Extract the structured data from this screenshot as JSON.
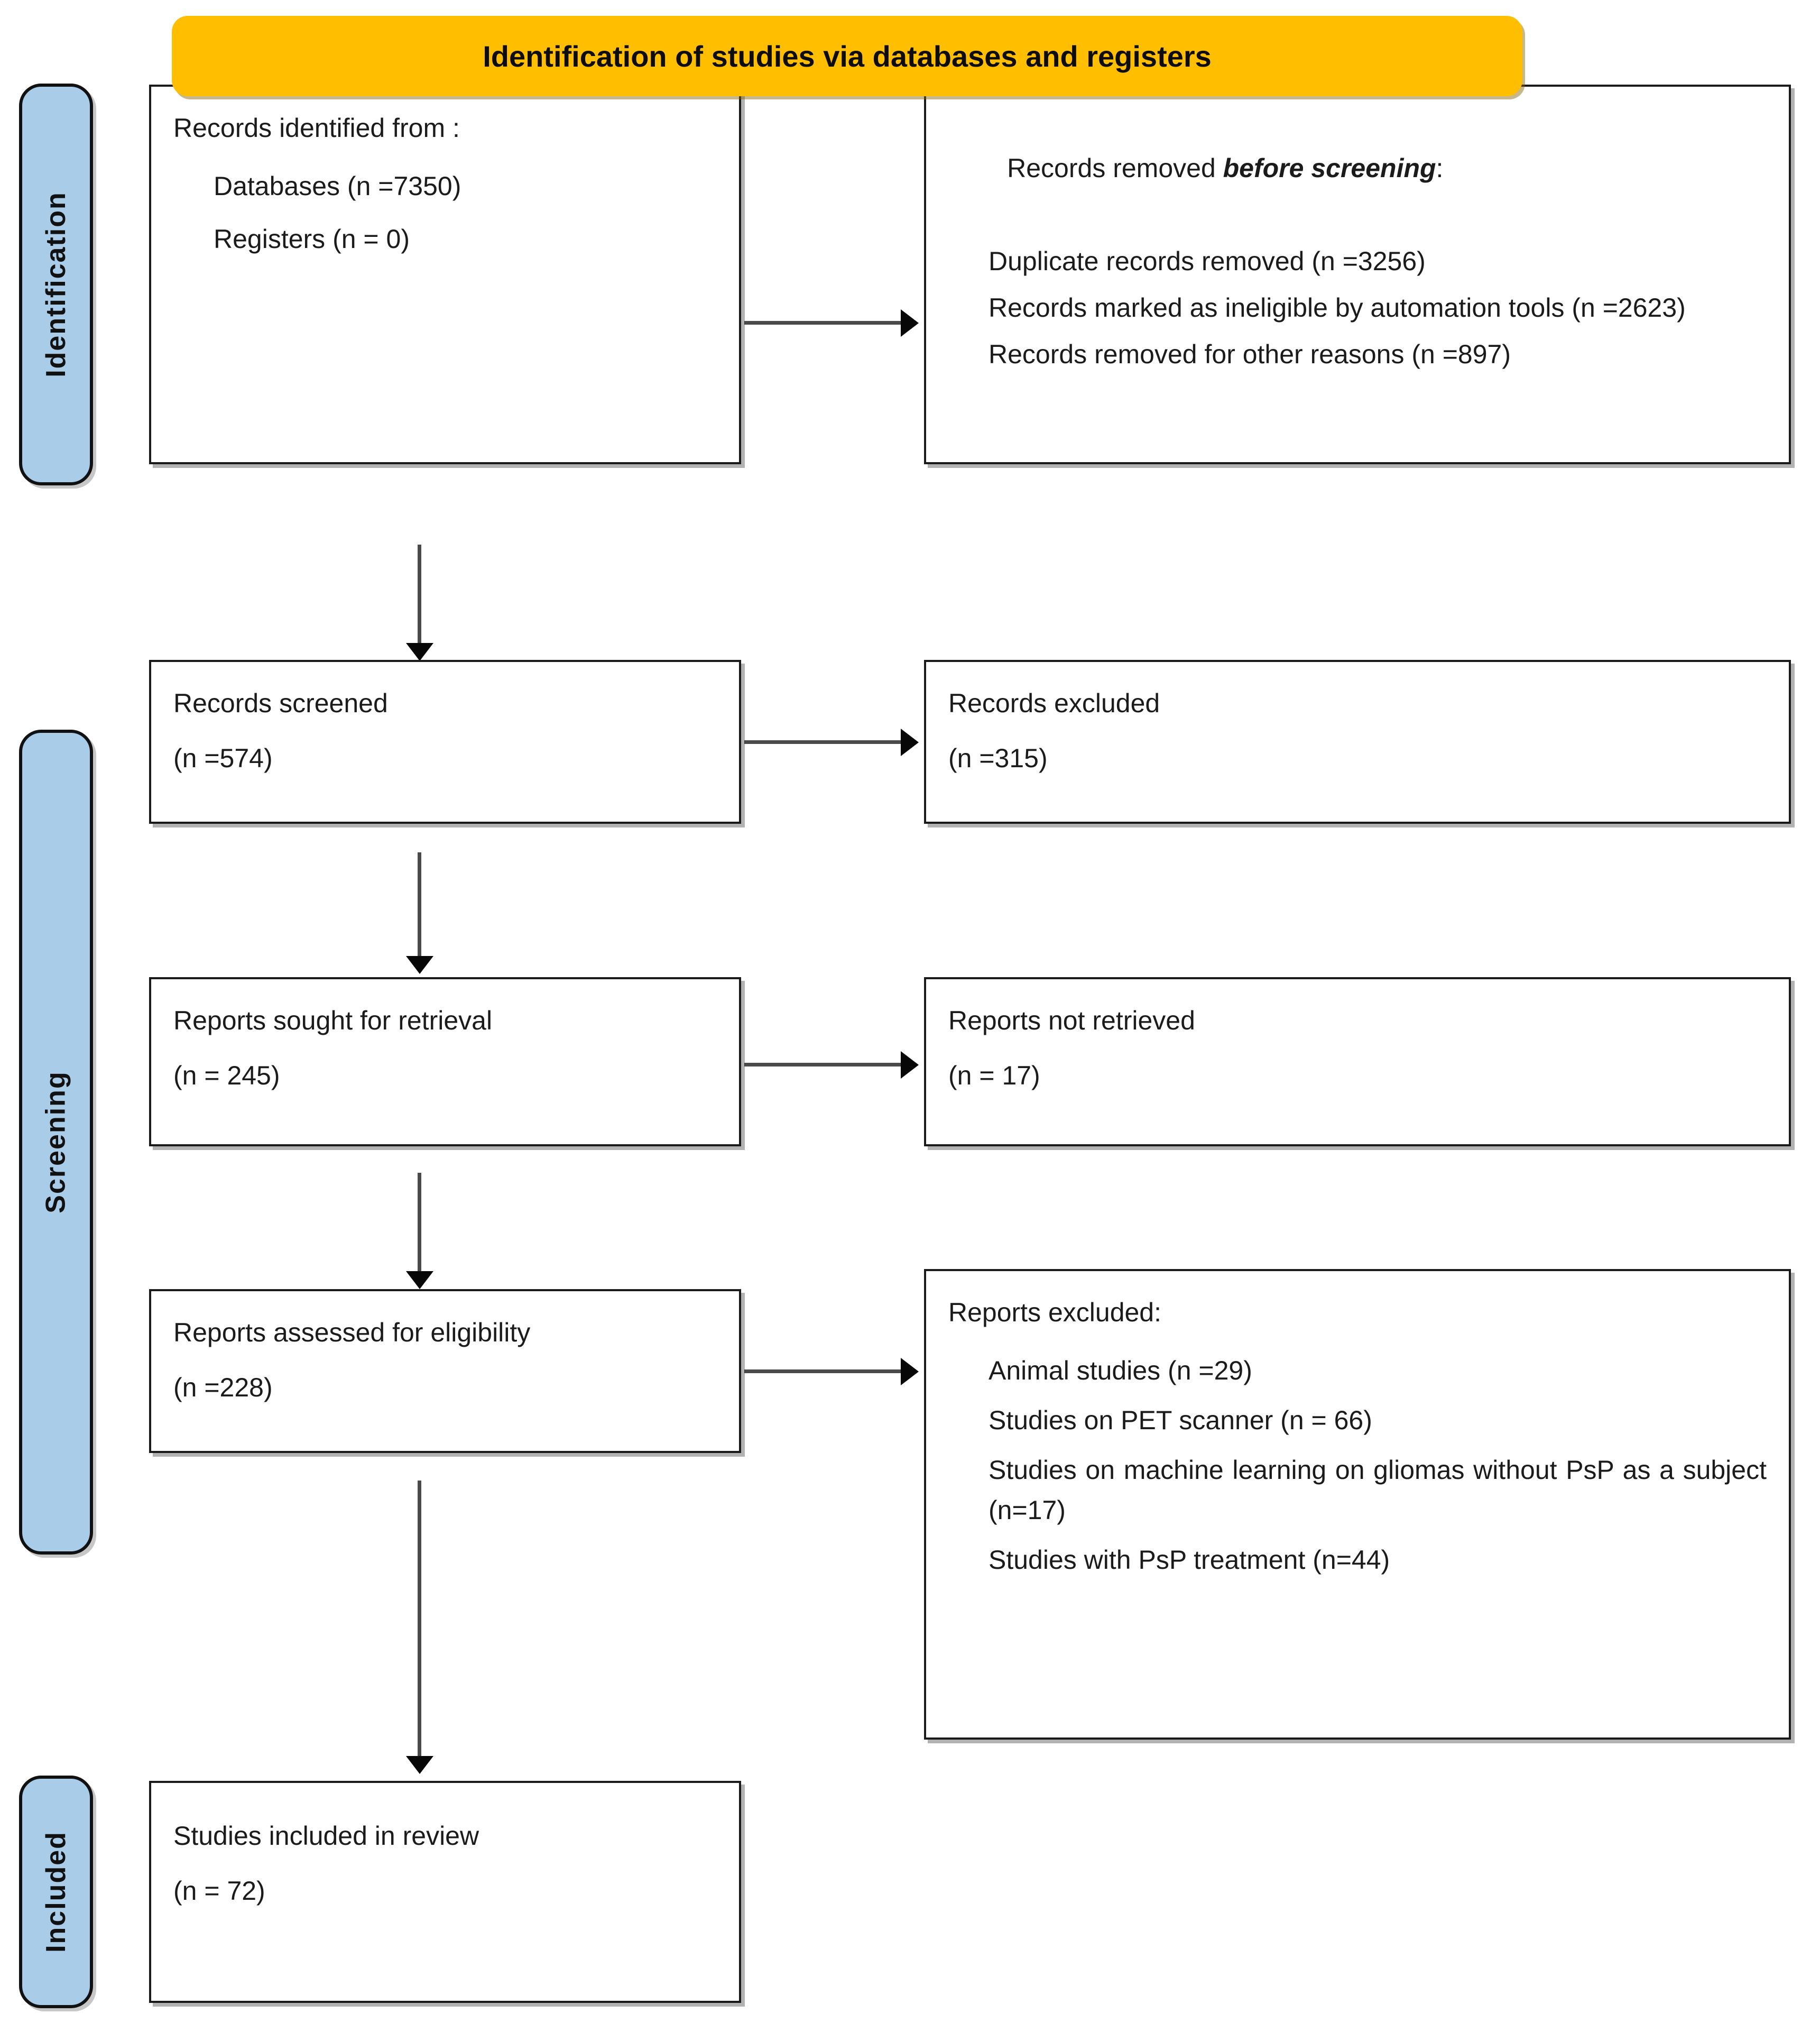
{
  "banner": {
    "title": "Identification of studies via databases and registers",
    "color": "#FFBE00"
  },
  "stages": [
    {
      "id": "identification",
      "label": "Identification",
      "color": "#A9CCE9"
    },
    {
      "id": "screening",
      "label": "Screening",
      "color": "#A9CCE9"
    },
    {
      "id": "included",
      "label": "Included",
      "color": "#A9CCE9"
    }
  ],
  "boxes": {
    "records_identified": {
      "lines": [
        "Records identified from :",
        "Databases (n =7350)",
        "Registers (n = 0)"
      ]
    },
    "records_removed": {
      "heading_prefix": "Records removed ",
      "heading_em": "before screening",
      "heading_suffix": ":",
      "lines": [
        "Duplicate records removed (n =3256)",
        "Records marked as ineligible by automation tools (n =2623)",
        "Records removed for other reasons (n =897)"
      ]
    },
    "records_screened": {
      "lines": [
        "Records screened",
        "(n =574)"
      ]
    },
    "records_excluded": {
      "lines": [
        "Records excluded",
        "(n =315)"
      ]
    },
    "reports_sought": {
      "lines": [
        "Reports sought for retrieval",
        "(n = 245)"
      ]
    },
    "reports_not_retrieved": {
      "lines": [
        "Reports not retrieved",
        "(n = 17)"
      ]
    },
    "reports_assessed": {
      "lines": [
        "Reports assessed for eligibility",
        "(n =228)"
      ]
    },
    "reports_excluded": {
      "heading": "Reports excluded:",
      "lines": [
        "Animal studies (n =29)",
        "Studies on PET scanner (n = 66)",
        "Studies on machine learning on gliomas without PsP as a subject   (n=17)",
        "Studies with PsP treatment (n=44)"
      ]
    },
    "studies_included": {
      "lines": [
        "Studies included in review",
        "(n = 72)"
      ]
    }
  }
}
